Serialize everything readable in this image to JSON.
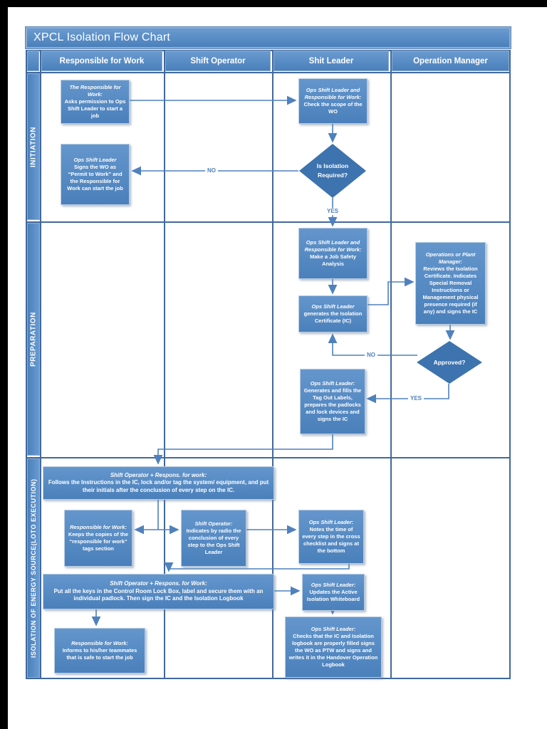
{
  "window": {
    "title": "XPCL Isolation Flow Chart"
  },
  "swimlanes": {
    "columns": [
      "Responsible for Work",
      "Shift Operator",
      "Shit Leader",
      "Operation Manager"
    ],
    "rows": [
      "INITIATION",
      "PREPARATION",
      "ISOLATION OF ENERGY SOURCE(LOTO EXECUTION)"
    ]
  },
  "nodes": {
    "ask_permission": {
      "title": "The Responsible for Work:",
      "body": "Asks permission to Ops Shift Leader to start a job"
    },
    "check_scope": {
      "title": "Ops Shift Leader and Responsible for Work:",
      "body": "Check the scope of the WO"
    },
    "isolation_required": {
      "label": "Is Isolation Required?"
    },
    "sign_ptw": {
      "title": "Ops Shift Leader",
      "body": "Signs the WO as “Permit to Work” and the Responsible for Work can start the job"
    },
    "job_safety": {
      "title": "Ops Shift Leader and Responsible for Work:",
      "body": "Make a Job Safety Analysis"
    },
    "generate_ic": {
      "title": "Ops Shift Leader",
      "body": "generates the Isolation Certificate (IC)"
    },
    "review_ic": {
      "title": "Operations or Plant Manager:",
      "body": "Reviews the Isolation Certificate. Indicates Special Removal Instructions or Management physical presence required (if any) and signs the IC"
    },
    "approved": {
      "label": "Approved?"
    },
    "tag_out": {
      "title": "Ops Shift Leader:",
      "body": "Generates and fills the Tag Out Labels, prepares the padlocks and lock devices and signs the IC"
    },
    "follow_instructions": {
      "title": "Shift Operator + Respons. for work:",
      "body": "Follows the Instructions in the IC, lock and/or tag the system/ equipment, and put their initials after the conclusion of every step on the IC."
    },
    "keep_copies": {
      "title": "Responsible for Work:",
      "body": "Keeps the copies of the “responsible for work” tags section"
    },
    "radio_conclusion": {
      "title": "Shift Operator:",
      "body": "Indicates by radio the conclusion of every step to the Ops Shift Leader"
    },
    "note_times": {
      "title": "Ops Shift Leader:",
      "body": "Notes the time of every step in the cross checklist and signs at the bottom"
    },
    "lock_box": {
      "title": "Shift Operator + Respons. for Work:",
      "body": "Put all the keys in the Control Room Lock Box, label and secure them with an individual padlock. Then sign the IC and the Isolation Logbook"
    },
    "whiteboard": {
      "title": "Ops Shift Leader:",
      "body": "Updates the Active Isolation Whiteboard"
    },
    "inform_team": {
      "title": "Responsible for Work:",
      "body": "Informs to his/her teammates that is safe to start the job"
    },
    "handover": {
      "title": "Ops Shift Leader:",
      "body": "Checks that the IC and Isolation logbook are properly filled signs the WO as PTW and signs and writes it in the Handover Operation Logbook"
    }
  },
  "edge_labels": {
    "no_isolation": "NO",
    "yes_isolation": "YES",
    "no_approved": "NO",
    "yes_approved": "YES"
  },
  "colors": {
    "node_fill": "#4f86c1",
    "diamond_fill": "#3d73ae",
    "connector": "#4f81bd",
    "grid": "#41699c",
    "header_fill": "#4e84bf",
    "text": "#ffffff"
  }
}
